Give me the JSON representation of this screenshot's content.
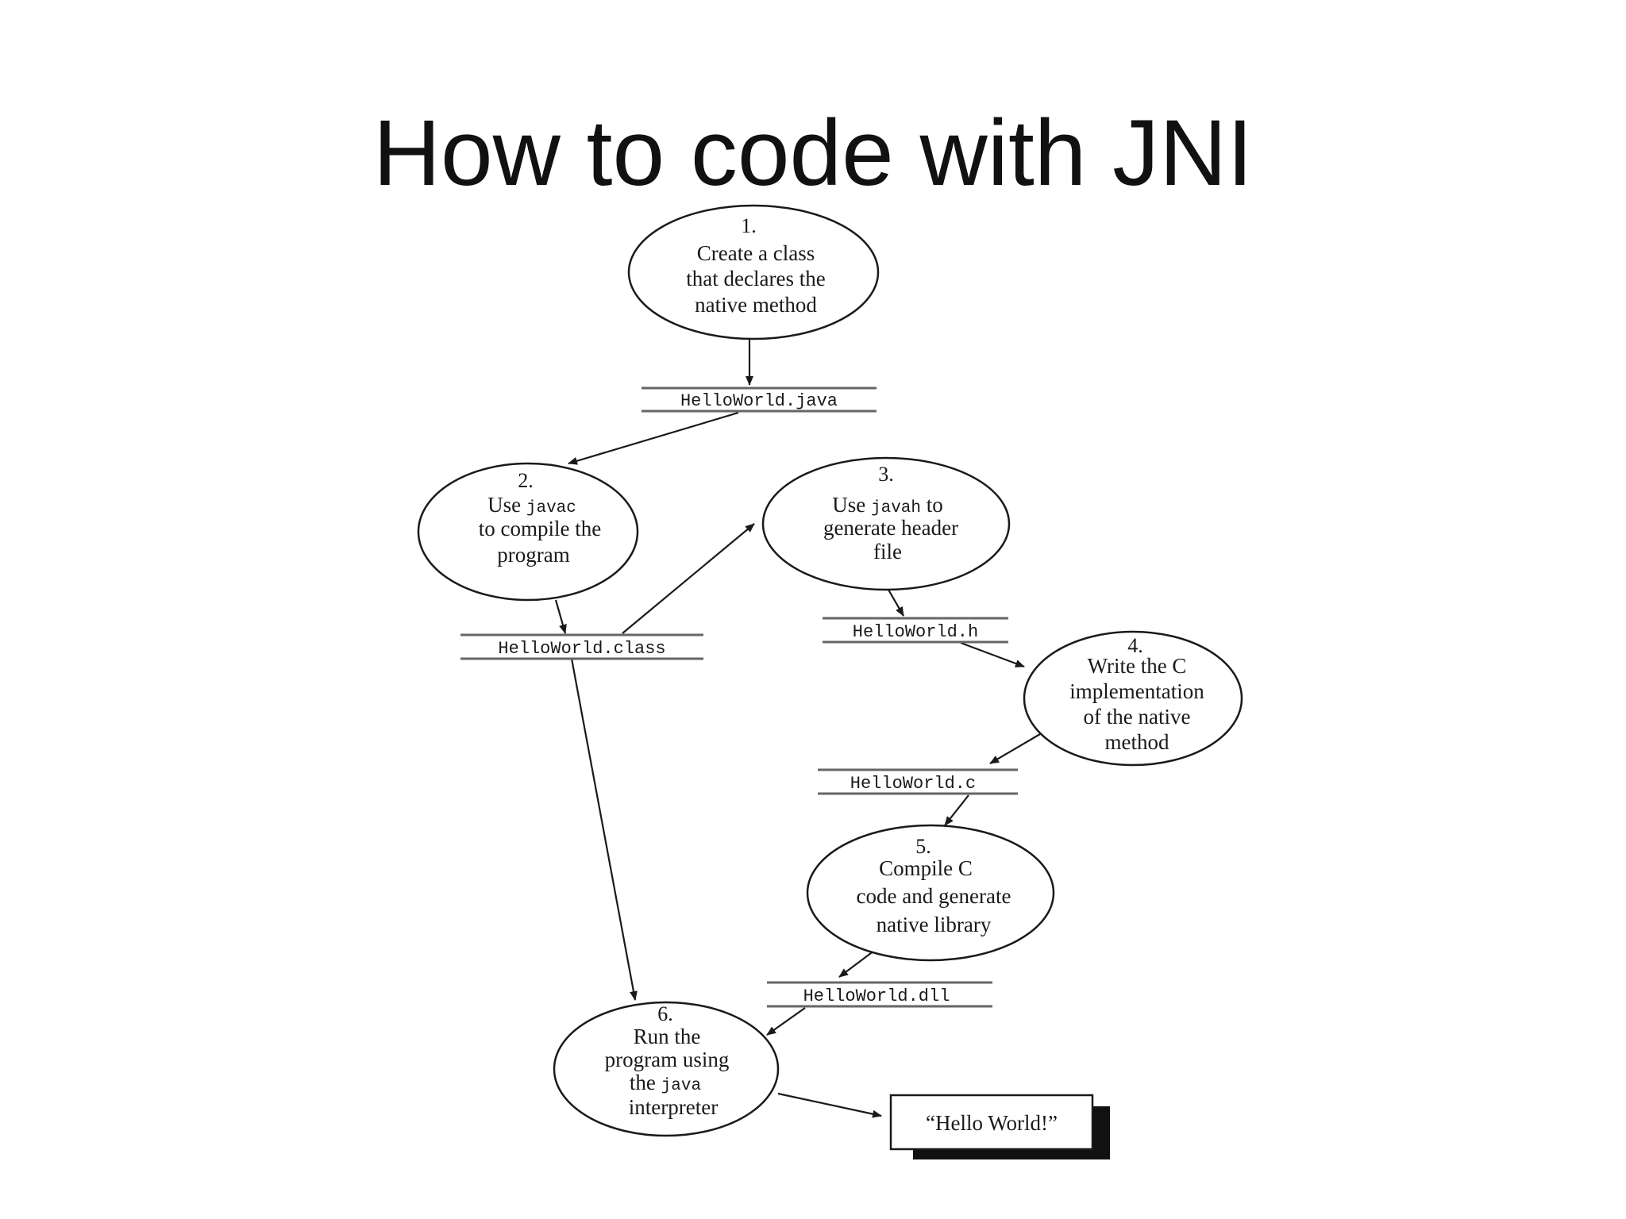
{
  "slide": {
    "title": "How to code with JNI"
  },
  "steps": [
    {
      "number": "1.",
      "lines": [
        {
          "text": "Create a class"
        },
        {
          "text": "that declares the"
        },
        {
          "text": "native method"
        }
      ]
    },
    {
      "number": "2.",
      "lines": [
        {
          "text": "Use ",
          "code": "javac"
        },
        {
          "text": "to compile the"
        },
        {
          "text": "program"
        }
      ]
    },
    {
      "number": "3.",
      "lines": [
        {
          "text": "Use ",
          "code": "javah",
          "after": " to"
        },
        {
          "text": "generate header"
        },
        {
          "text": "file"
        }
      ]
    },
    {
      "number": "4.",
      "lines": [
        {
          "text": "Write the C"
        },
        {
          "text": "implementation"
        },
        {
          "text": "of the native"
        },
        {
          "text": "method"
        }
      ]
    },
    {
      "number": "5.",
      "lines": [
        {
          "text": "Compile C"
        },
        {
          "text": "code and generate"
        },
        {
          "text": "native library"
        }
      ]
    },
    {
      "number": "6.",
      "lines": [
        {
          "text": "Run the"
        },
        {
          "text": "program using"
        },
        {
          "text": "the ",
          "code": "java"
        },
        {
          "text": "interpreter"
        }
      ]
    }
  ],
  "files": [
    "HelloWorld.java",
    "HelloWorld.class",
    "HelloWorld.h",
    "HelloWorld.c",
    "HelloWorld.dll"
  ],
  "output": {
    "text": "“Hello World!”"
  }
}
